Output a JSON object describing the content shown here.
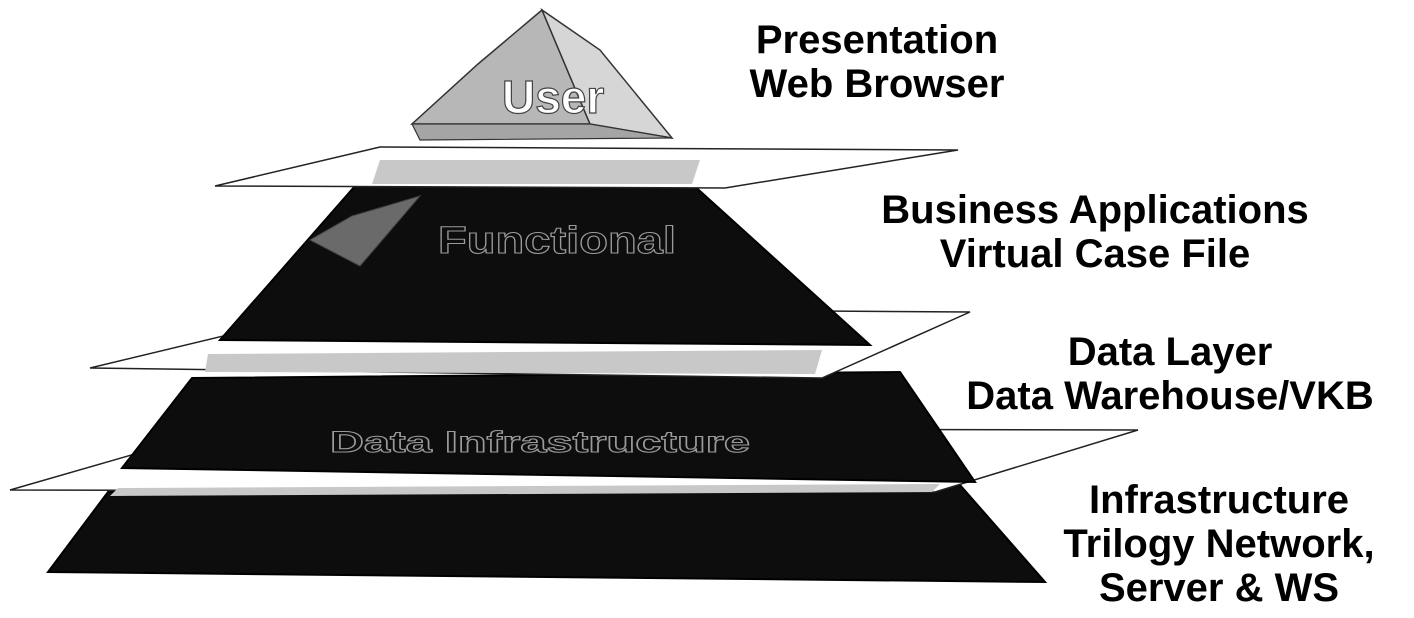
{
  "pyramid": {
    "top_label": "User",
    "functional_label": "Functional",
    "data_label": "Data Infrastructure"
  },
  "layers": [
    {
      "line1": "Presentation",
      "line2": "Web Browser"
    },
    {
      "line1": "Business Applications",
      "line2": "Virtual Case File"
    },
    {
      "line1": "Data Layer",
      "line2": "Data Warehouse/VKB"
    },
    {
      "line1": "Infrastructure",
      "line2": "Trilogy Network,",
      "line3": "Server & WS"
    }
  ]
}
